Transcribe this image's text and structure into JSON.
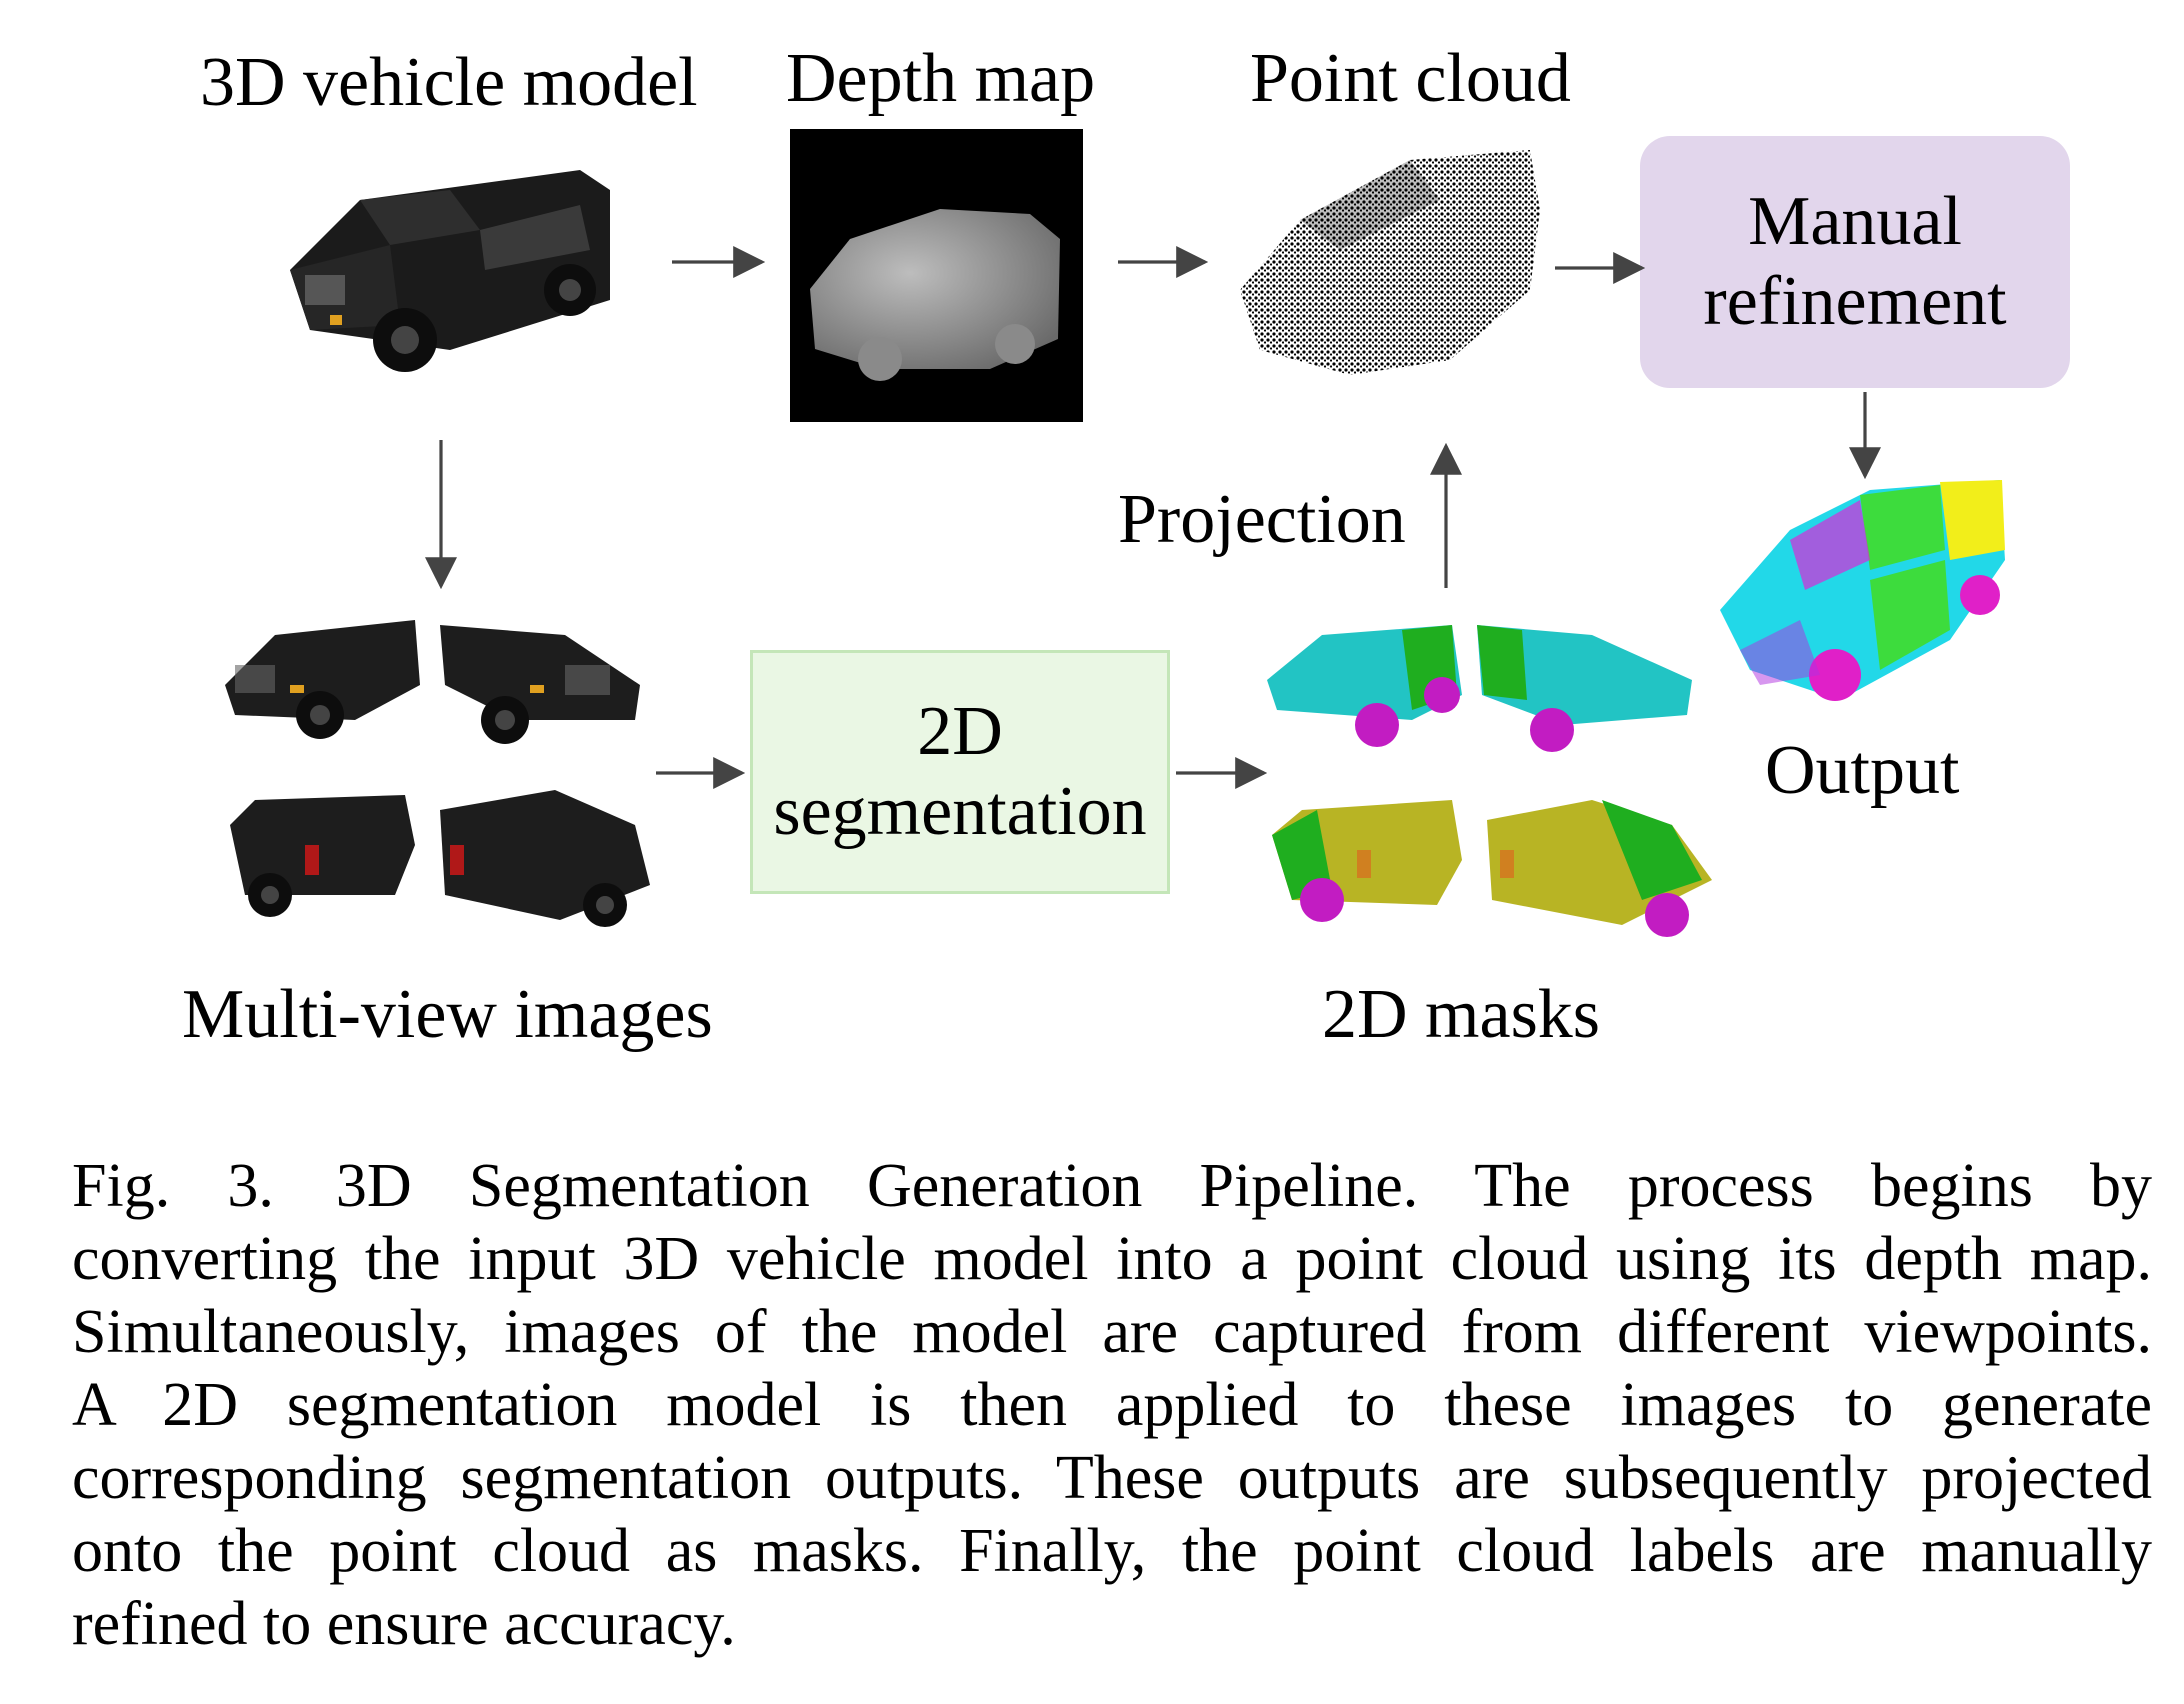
{
  "figure": {
    "labels": {
      "vehicle_model": "3D vehicle model",
      "depth_map": "Depth map",
      "point_cloud": "Point cloud",
      "projection": "Projection",
      "output": "Output",
      "multi_view": "Multi-view images",
      "masks": "2D masks"
    },
    "boxes": {
      "manual_refinement": [
        "Manual",
        "refinement"
      ],
      "segmentation": [
        "2D",
        "segmentation"
      ]
    },
    "colors": {
      "manual_box": "#e2d6ec",
      "segmentation_box": "#eaf7e4",
      "segmentation_border": "#c4e6b8",
      "arrow": "#444444",
      "mask_cyan": "#22c4c4",
      "mask_green": "#1fae1f",
      "mask_magenta": "#c21cc2",
      "mask_olive": "#b8b424",
      "mask_yellow": "#f2ee1a"
    }
  },
  "caption": {
    "figure_number": "Fig. 3.",
    "lines": [
      "3D Segmentation Generation Pipeline. The process begins by",
      "converting the input 3D vehicle model into a point cloud using its depth map.",
      "Simultaneously, images of the model are captured from different viewpoints.",
      "A 2D segmentation model is then applied to these images to generate",
      "corresponding segmentation outputs. These outputs are subsequently projected",
      "onto the point cloud as masks. Finally, the point cloud labels are manually",
      "refined to ensure accuracy."
    ]
  }
}
